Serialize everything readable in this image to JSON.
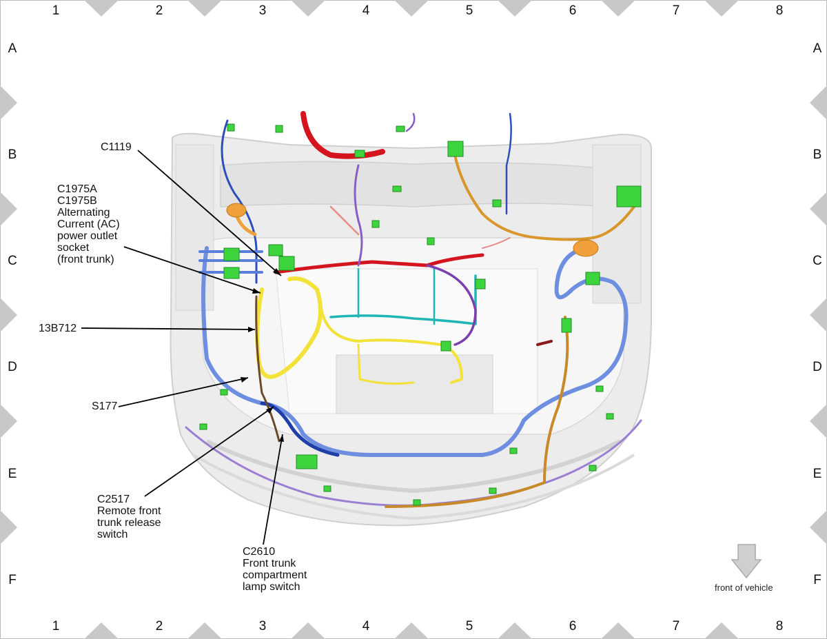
{
  "grid": {
    "columns": [
      "1",
      "2",
      "3",
      "4",
      "5",
      "6",
      "7",
      "8"
    ],
    "rows": [
      "A",
      "B",
      "C",
      "D",
      "E",
      "F"
    ]
  },
  "callouts": {
    "c1119": "C1119",
    "c1975": "C1975A\nC1975B\nAlternating\nCurrent (AC)\npower outlet\nsocket\n(front trunk)",
    "harness": "13B712",
    "s177": "S177",
    "c2517": "C2517\nRemote front\ntrunk release\nswitch",
    "c2610": "C2610\nFront trunk\ncompartment\nlamp switch"
  },
  "orientation": {
    "caption": "front of vehicle"
  },
  "colors": {
    "wire_blue": "#2b4fb8",
    "wire_light_blue": "#6e8fe0",
    "wire_yellow": "#f2e23a",
    "wire_red": "#d4141e",
    "wire_purple": "#8a5cc8",
    "wire_teal": "#1fb5b5",
    "wire_orange": "#d9962a",
    "connector_green": "#3ed43e",
    "body_gray": "#e4e4e4"
  }
}
